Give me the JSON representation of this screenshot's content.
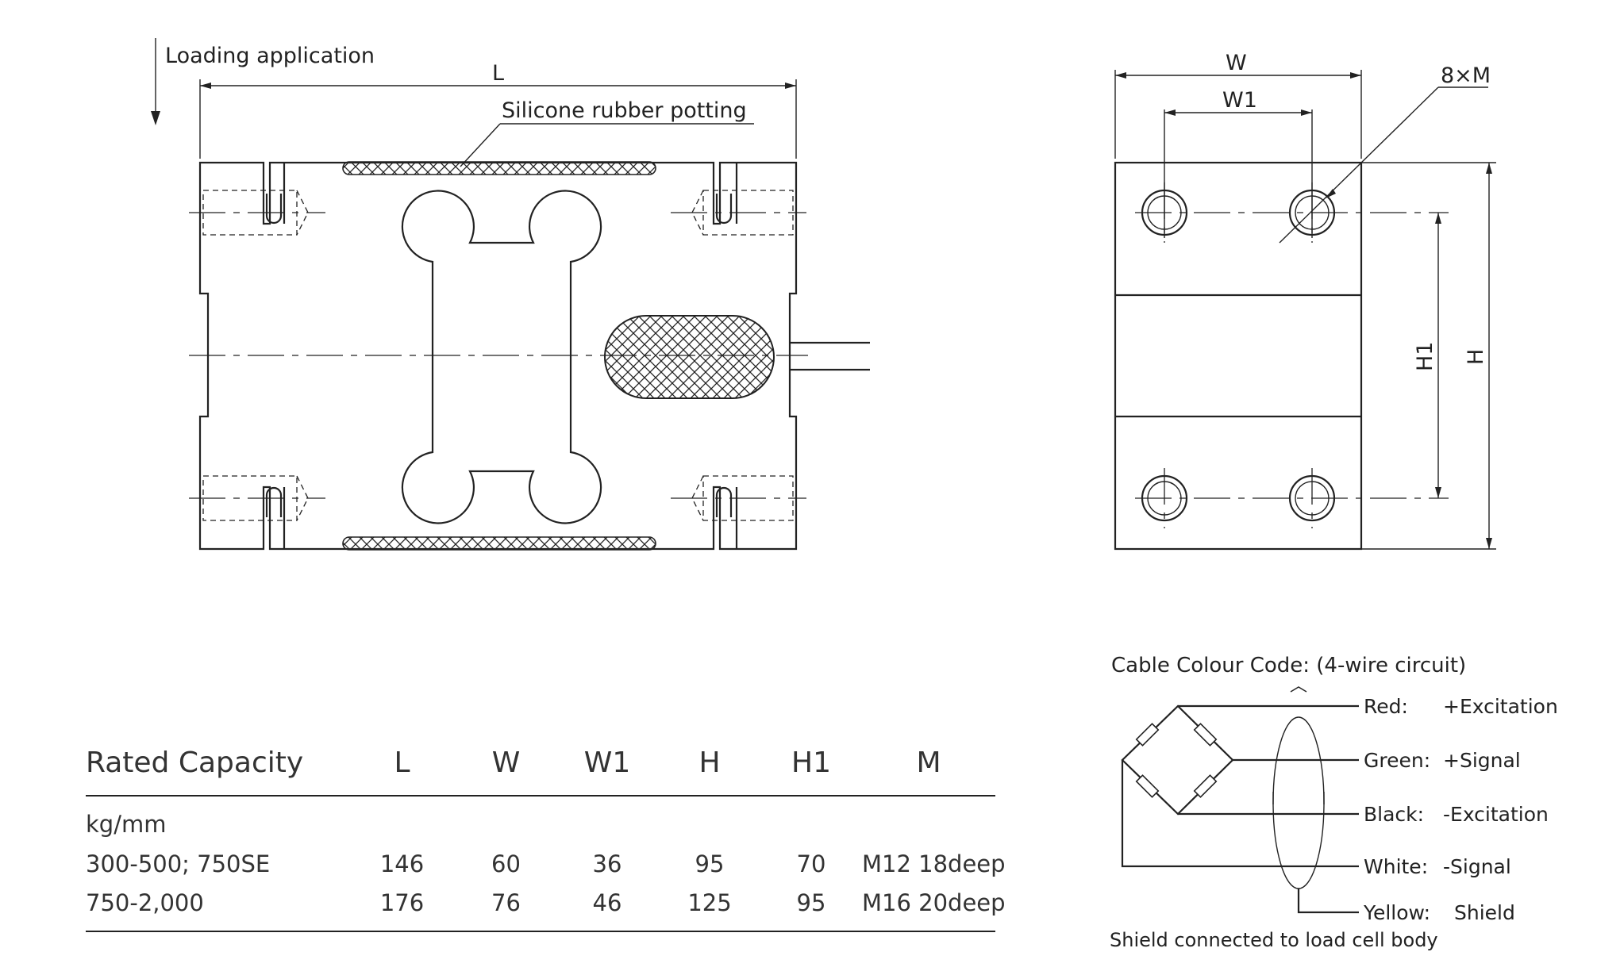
{
  "drawing": {
    "loading_label": "Loading application",
    "potting_label": "Silicone rubber potting",
    "dim_L": "L",
    "dim_W": "W",
    "dim_W1": "W1",
    "dim_H": "H",
    "dim_H1": "H1",
    "dim_M": "8×M"
  },
  "table": {
    "headers": [
      "Rated Capacity",
      "L",
      "W",
      "W1",
      "H",
      "H1",
      "M"
    ],
    "unit_row": "kg/mm",
    "rows": [
      [
        "300-500; 750SE",
        "146",
        "60",
        "36",
        "95",
        "70",
        "M12 18deep"
      ],
      [
        "750-2,000",
        "176",
        "76",
        "46",
        "125",
        "95",
        "M16 20deep"
      ]
    ]
  },
  "wiring": {
    "title": "Cable Colour Code: (4-wire circuit)",
    "wires": [
      {
        "color": "Red:",
        "function": "+Excitation"
      },
      {
        "color": "Green:",
        "function": "+Signal"
      },
      {
        "color": "Black:",
        "function": "-Excitation"
      },
      {
        "color": "White:",
        "function": "-Signal"
      },
      {
        "color": "Yellow:",
        "function": "Shield"
      }
    ],
    "note": "Shield connected to load cell body"
  }
}
